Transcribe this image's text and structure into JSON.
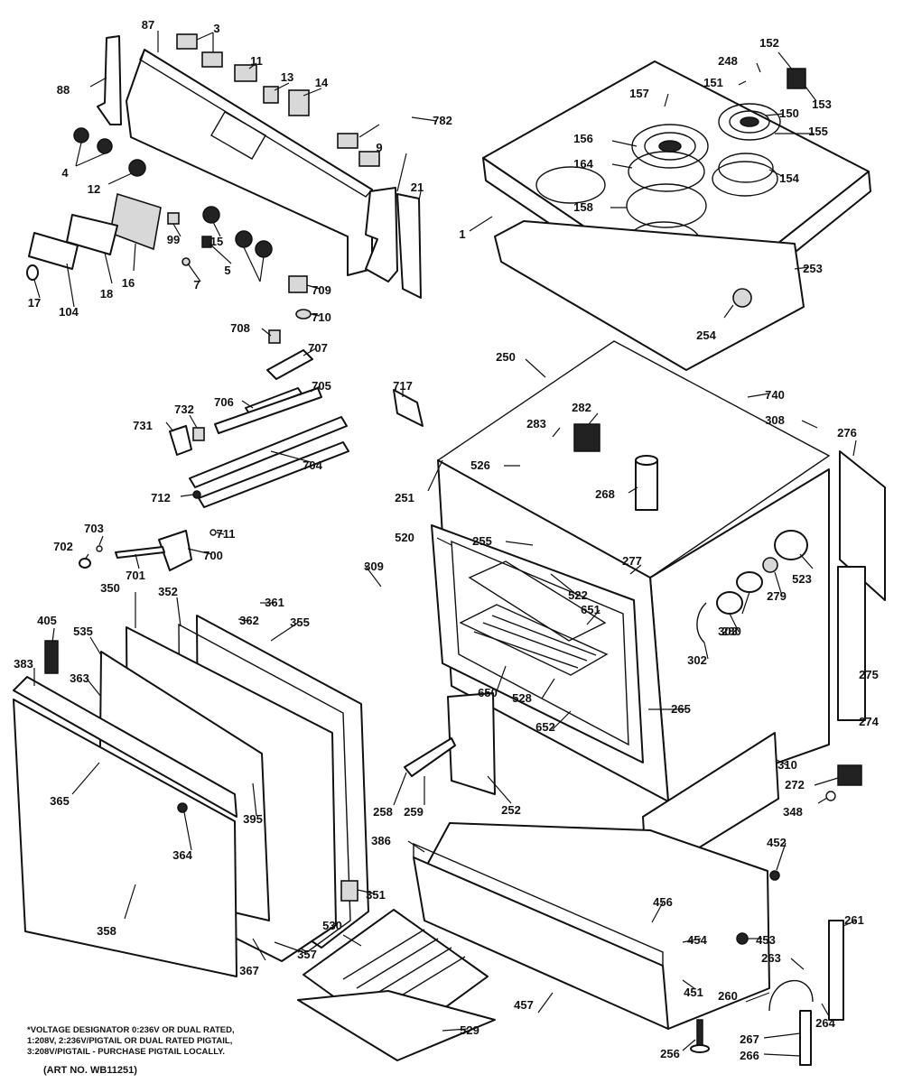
{
  "diagram": {
    "callouts": [
      "87",
      "3",
      "88",
      "11",
      "13",
      "14",
      "782",
      "4",
      "9",
      "21",
      "12",
      "99",
      "15",
      "16",
      "5",
      "18",
      "17",
      "104",
      "7",
      "709",
      "710",
      "708",
      "707",
      "717",
      "706",
      "705",
      "731",
      "732",
      "704",
      "712",
      "711",
      "703",
      "702",
      "700",
      "701",
      "405",
      "350",
      "352",
      "361",
      "362",
      "355",
      "535",
      "383",
      "363",
      "365",
      "364",
      "395",
      "358",
      "351",
      "367",
      "357",
      "530",
      "529",
      "1",
      "152",
      "248",
      "151",
      "153",
      "157",
      "150",
      "156",
      "155",
      "164",
      "154",
      "158",
      "253",
      "254",
      "250",
      "740",
      "308",
      "276",
      "282",
      "283",
      "526",
      "251",
      "268",
      "520",
      "255",
      "277",
      "522",
      "523",
      "651",
      "279",
      "280",
      "303",
      "302",
      "275",
      "650",
      "528",
      "265",
      "652",
      "274",
      "310",
      "272",
      "348",
      "258",
      "259",
      "252",
      "386",
      "452",
      "456",
      "454",
      "453",
      "261",
      "263",
      "451",
      "260",
      "264",
      "457",
      "256",
      "267",
      "266",
      "309"
    ],
    "note_lines": [
      "*VOLTAGE DESIGNATOR 0:236V OR DUAL RATED,",
      "1:208V, 2:236V/PIGTAIL OR DUAL RATED PIGTAIL,",
      "3:208V/PIGTAIL - PURCHASE PIGTAIL LOCALLY."
    ],
    "art_number": "(ART NO. WB11251)"
  }
}
